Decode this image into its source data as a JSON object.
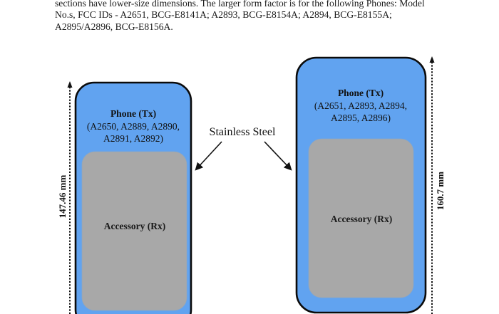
{
  "paragraph": {
    "lines": [
      "sections have lower-size dimensions. The larger form factor is for the following Phones: Model",
      "No.s, FCC IDs - A2651, BCG-E8141A; A2893, BCG-E8154A; A2894, BCG-E8155A;",
      "A2895/A2896, BCG-E8156A."
    ]
  },
  "diagram": {
    "material_label": "Stainless Steel",
    "colors": {
      "phone_fill": "#61a3f0",
      "accessory_fill": "#a8a8a8",
      "outline": "#0b0b0b"
    },
    "phones": [
      {
        "title": "Phone (Tx)",
        "models_line1": "(A2650, A2889, A2890,",
        "models_line2": "A2891, A2892)",
        "accessory_label": "Accessory (Rx)",
        "height_label": "147.46 mm"
      },
      {
        "title": "Phone (Tx)",
        "models_line1": "(A2651, A2893, A2894,",
        "models_line2": "A2895, A2896)",
        "accessory_label": "Accessory (Rx)",
        "height_label": "160.7 mm"
      }
    ]
  }
}
